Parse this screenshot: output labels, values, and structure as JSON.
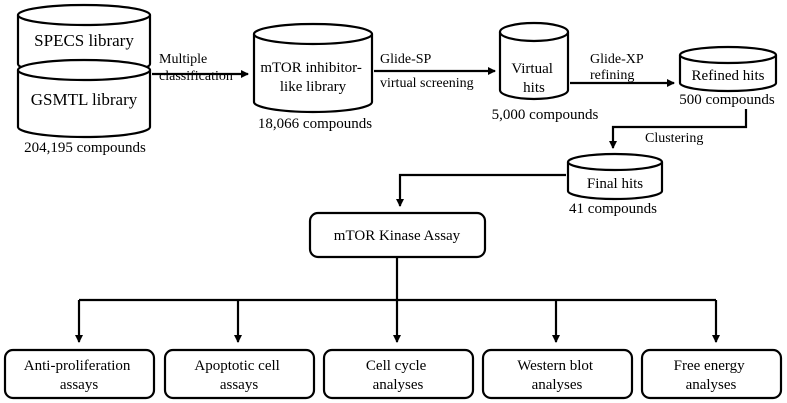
{
  "nodes": {
    "specs": "SPECS library",
    "gsmtl": "GSMTL library",
    "mtor_lib": [
      "mTOR inhibitor-",
      "like library"
    ],
    "virtual_hits": [
      "Virtual",
      "hits"
    ],
    "refined_hits": "Refined  hits",
    "final_hits": "Final hits",
    "kinase_assay": "mTOR Kinase Assay"
  },
  "counts": {
    "libraries": "204,195 compounds",
    "mtor_lib": "18,066 compounds",
    "virtual_hits": "5,000 compounds",
    "refined_hits": "500 compounds",
    "final_hits": "41 compounds"
  },
  "edges": {
    "classification": [
      "Multiple",
      "classification"
    ],
    "glide_sp": [
      "Glide-SP",
      "virtual  screening"
    ],
    "glide_xp": [
      "Glide-XP",
      "refining"
    ],
    "clustering": "Clustering"
  },
  "assays": [
    [
      "Anti-proliferation",
      "assays"
    ],
    [
      "Apoptotic cell",
      "assays"
    ],
    [
      "Cell cycle",
      "analyses"
    ],
    [
      "Western blot",
      "analyses"
    ],
    [
      "Free energy",
      "analyses"
    ]
  ]
}
